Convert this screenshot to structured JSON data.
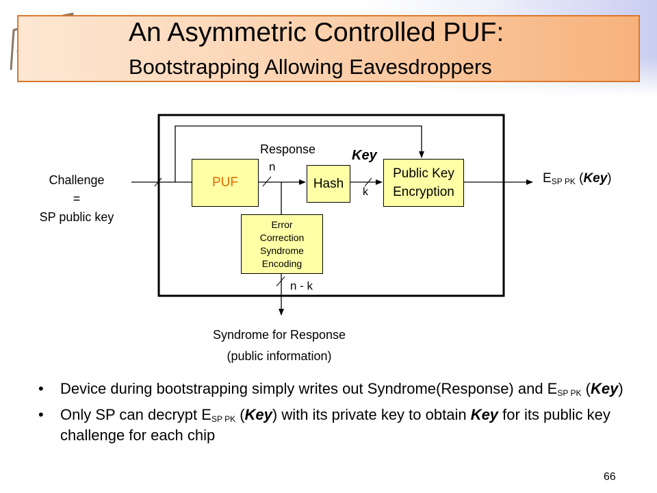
{
  "title": {
    "line1": "An Asymmetric Controlled PUF:",
    "line2": "Bootstrapping Allowing Eavesdroppers"
  },
  "colors": {
    "title_border": "#d9772c",
    "box_fill": "#ffffa6",
    "puf_text": "#e06a00",
    "logo": "#8b7765"
  },
  "icons": [
    "building-logo-icon"
  ],
  "diagram": {
    "challenge": {
      "line1": "Challenge",
      "line2": "=",
      "line3": "SP public key"
    },
    "puf": "PUF",
    "response": "Response",
    "n": "n",
    "hash": "Hash",
    "key": "Key",
    "k": "k",
    "pke": {
      "line1": "Public Key",
      "line2": "Encryption"
    },
    "ecc": {
      "line1": "Error",
      "line2": "Correction",
      "line3": "Syndrome",
      "line4": "Encoding"
    },
    "n_minus_k": "n - k",
    "output": {
      "e": "E",
      "sub": "SP PK",
      "open": " (",
      "key": "Key",
      "close": ")"
    },
    "syndrome": {
      "line1": "Syndrome for Response",
      "line2": "(public information)"
    }
  },
  "bullets": [
    {
      "t1": "Device during bootstrapping simply writes out Syndrome(Response) and E",
      "sub": "SP PK",
      "open": " (",
      "key": "Key",
      "close": ")"
    },
    {
      "t1": "Only SP can decrypt E",
      "sub": "SP PK",
      "t2": " (",
      "key": "Key",
      "t3": ") with its private key to obtain ",
      "key2": "Key",
      "t4": " for its public key challenge for each chip"
    }
  ],
  "page_number": "66"
}
